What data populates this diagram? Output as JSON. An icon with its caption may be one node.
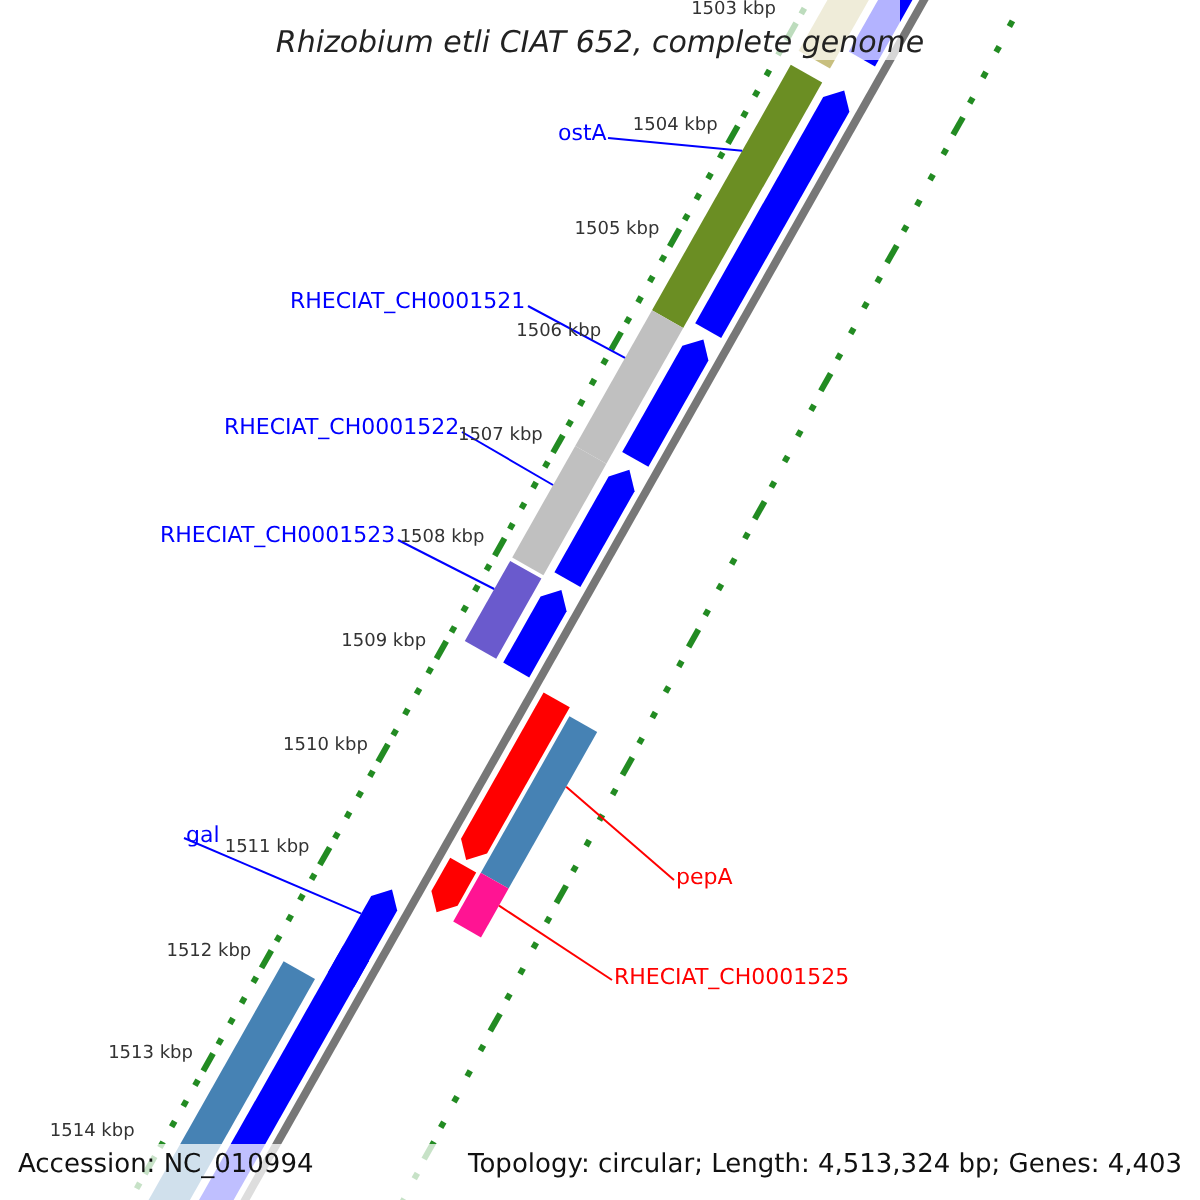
{
  "diagram": {
    "title": "Rhizobium etli CIAT 652, complete genome",
    "nodes": [
      {
        "text": [
          "ostA"
        ]
      },
      {
        "text": [],
        "shape": "bar"
      },
      {
        "text": [
          "RHECIAT_CH0001521"
        ]
      },
      {
        "text": [],
        "shape": "bar"
      },
      {
        "text": [
          "RHECIAT_CH0001522"
        ]
      },
      {
        "text": [],
        "shape": "bar"
      },
      {
        "text": [
          "RHECIAT_CH0001523"
        ]
      },
      {
        "text": [],
        "shape": "bar"
      },
      {
        "text": [
          "gal"
        ]
      },
      {
        "text": [],
        "shape": "bar"
      },
      {
        "text": [
          "pepA"
        ]
      },
      {
        "text": [],
        "shape": "bar"
      },
      {
        "text": [
          "RHECIAT_CH0001525"
        ]
      },
      {
        "text": [],
        "shape": "bar"
      }
    ],
    "edges": [
      {
        "from": 0,
        "to": 1,
        "arrow": "none"
      },
      {
        "from": 2,
        "to": 3,
        "arrow": "none"
      },
      {
        "from": 4,
        "to": 5,
        "arrow": "none"
      },
      {
        "from": 6,
        "to": 7,
        "arrow": "none"
      },
      {
        "from": 8,
        "to": 9,
        "arrow": "none"
      },
      {
        "from": 10,
        "to": 11,
        "arrow": "none",
        "color": "#ff0000"
      },
      {
        "from": 12,
        "to": 13,
        "arrow": "none",
        "color": "#ff0000"
      }
    ],
    "labels": [
      "1503 kbp",
      "1504 kbp",
      "1505 kbp",
      "1506 kbp",
      "1507 kbp",
      "1508 kbp",
      "1509 kbp",
      "1510 kbp",
      "1511 kbp",
      "1512 kbp",
      "1513 kbp",
      "1514 kbp",
      "Accession: NC_010994",
      "Topology: circular; Length: 4,513,324 bp; Genes: 4,403"
    ]
  }
}
